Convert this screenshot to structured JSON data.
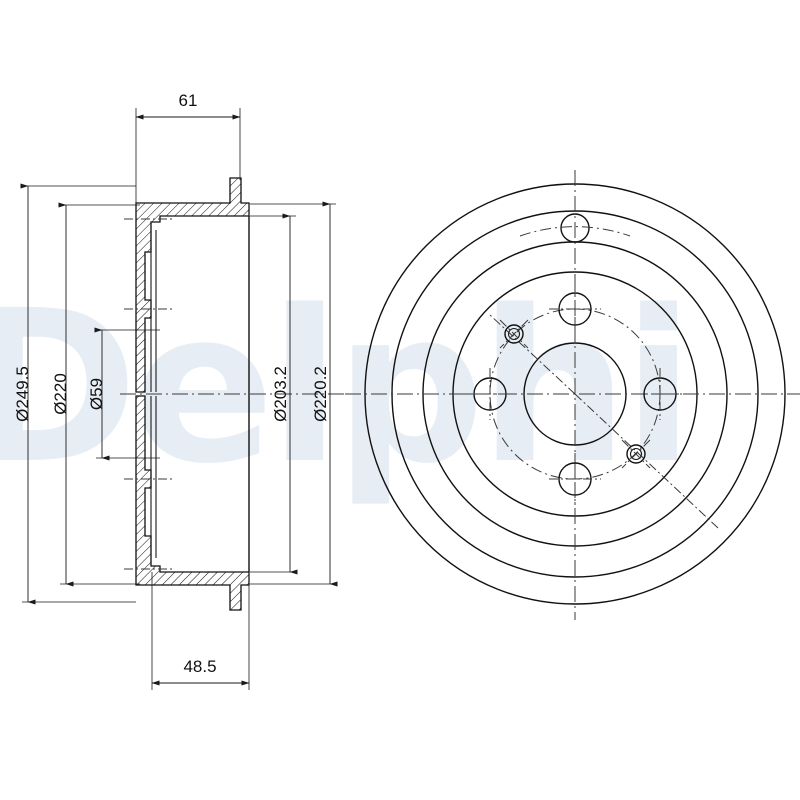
{
  "document": {
    "kind": "engineering-drawing",
    "subject": "brake-drum",
    "views": [
      "cross-section",
      "front-elevation"
    ]
  },
  "watermark": {
    "text": "Delphi",
    "color": "#e7edf4"
  },
  "colors": {
    "line": "#111111",
    "centerline": "#3a3a3a",
    "background": "#ffffff",
    "watermark": "#e7edf4"
  },
  "dimensions": {
    "width_top": {
      "label": "61",
      "value": 61
    },
    "width_bottom": {
      "label": "48.5",
      "value": 48.5
    },
    "outer_diameter": {
      "label": "Ø249.5",
      "value": 249.5
    },
    "mount_diameter": {
      "label": "Ø220",
      "value": 220
    },
    "center_bore": {
      "label": "Ø59",
      "value": 59
    },
    "braking_diameter": {
      "label": "Ø203.2",
      "value": 203.2
    },
    "inner_diameter": {
      "label": "Ø220.2",
      "value": 220.2
    }
  },
  "section_view": {
    "name": "cross-section",
    "hatched": true
  },
  "front_view": {
    "name": "front-elevation",
    "concentric_circles": 4,
    "bolt_holes": 4,
    "threaded_holes": 2,
    "center_bore": true
  }
}
